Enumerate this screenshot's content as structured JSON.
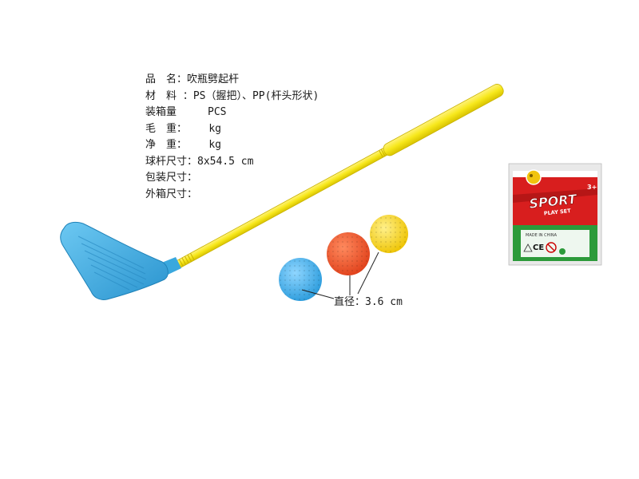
{
  "spec": {
    "name": "品　名：吹瓶劈起杆",
    "material": "材　料 ：PS（握把）、PP(杆头形状)",
    "packing_qty": "装箱量　　　PCS",
    "gross_weight": "毛　重：　　 kg",
    "net_weight": "净　重：　　 kg",
    "club_size": "球杆尺寸：8x54.5 cm",
    "package_size": "包装尺寸：",
    "carton_size": "外箱尺寸："
  },
  "ball_diameter": "直径：3.6 cm",
  "package_card": {
    "brand": "SPORT",
    "subtitle": "PLAY SET",
    "age": "3+",
    "made_in": "MADE IN CHINA",
    "ce_mark": "CE"
  },
  "colors": {
    "club_head": "#3fb0e8",
    "shaft": "#f7e81c",
    "ball_blue": "#45b3ee",
    "ball_red": "#f25a2e",
    "ball_yellow": "#f8d624",
    "card_red": "#d81e1e",
    "card_green": "#2c9a3a"
  }
}
